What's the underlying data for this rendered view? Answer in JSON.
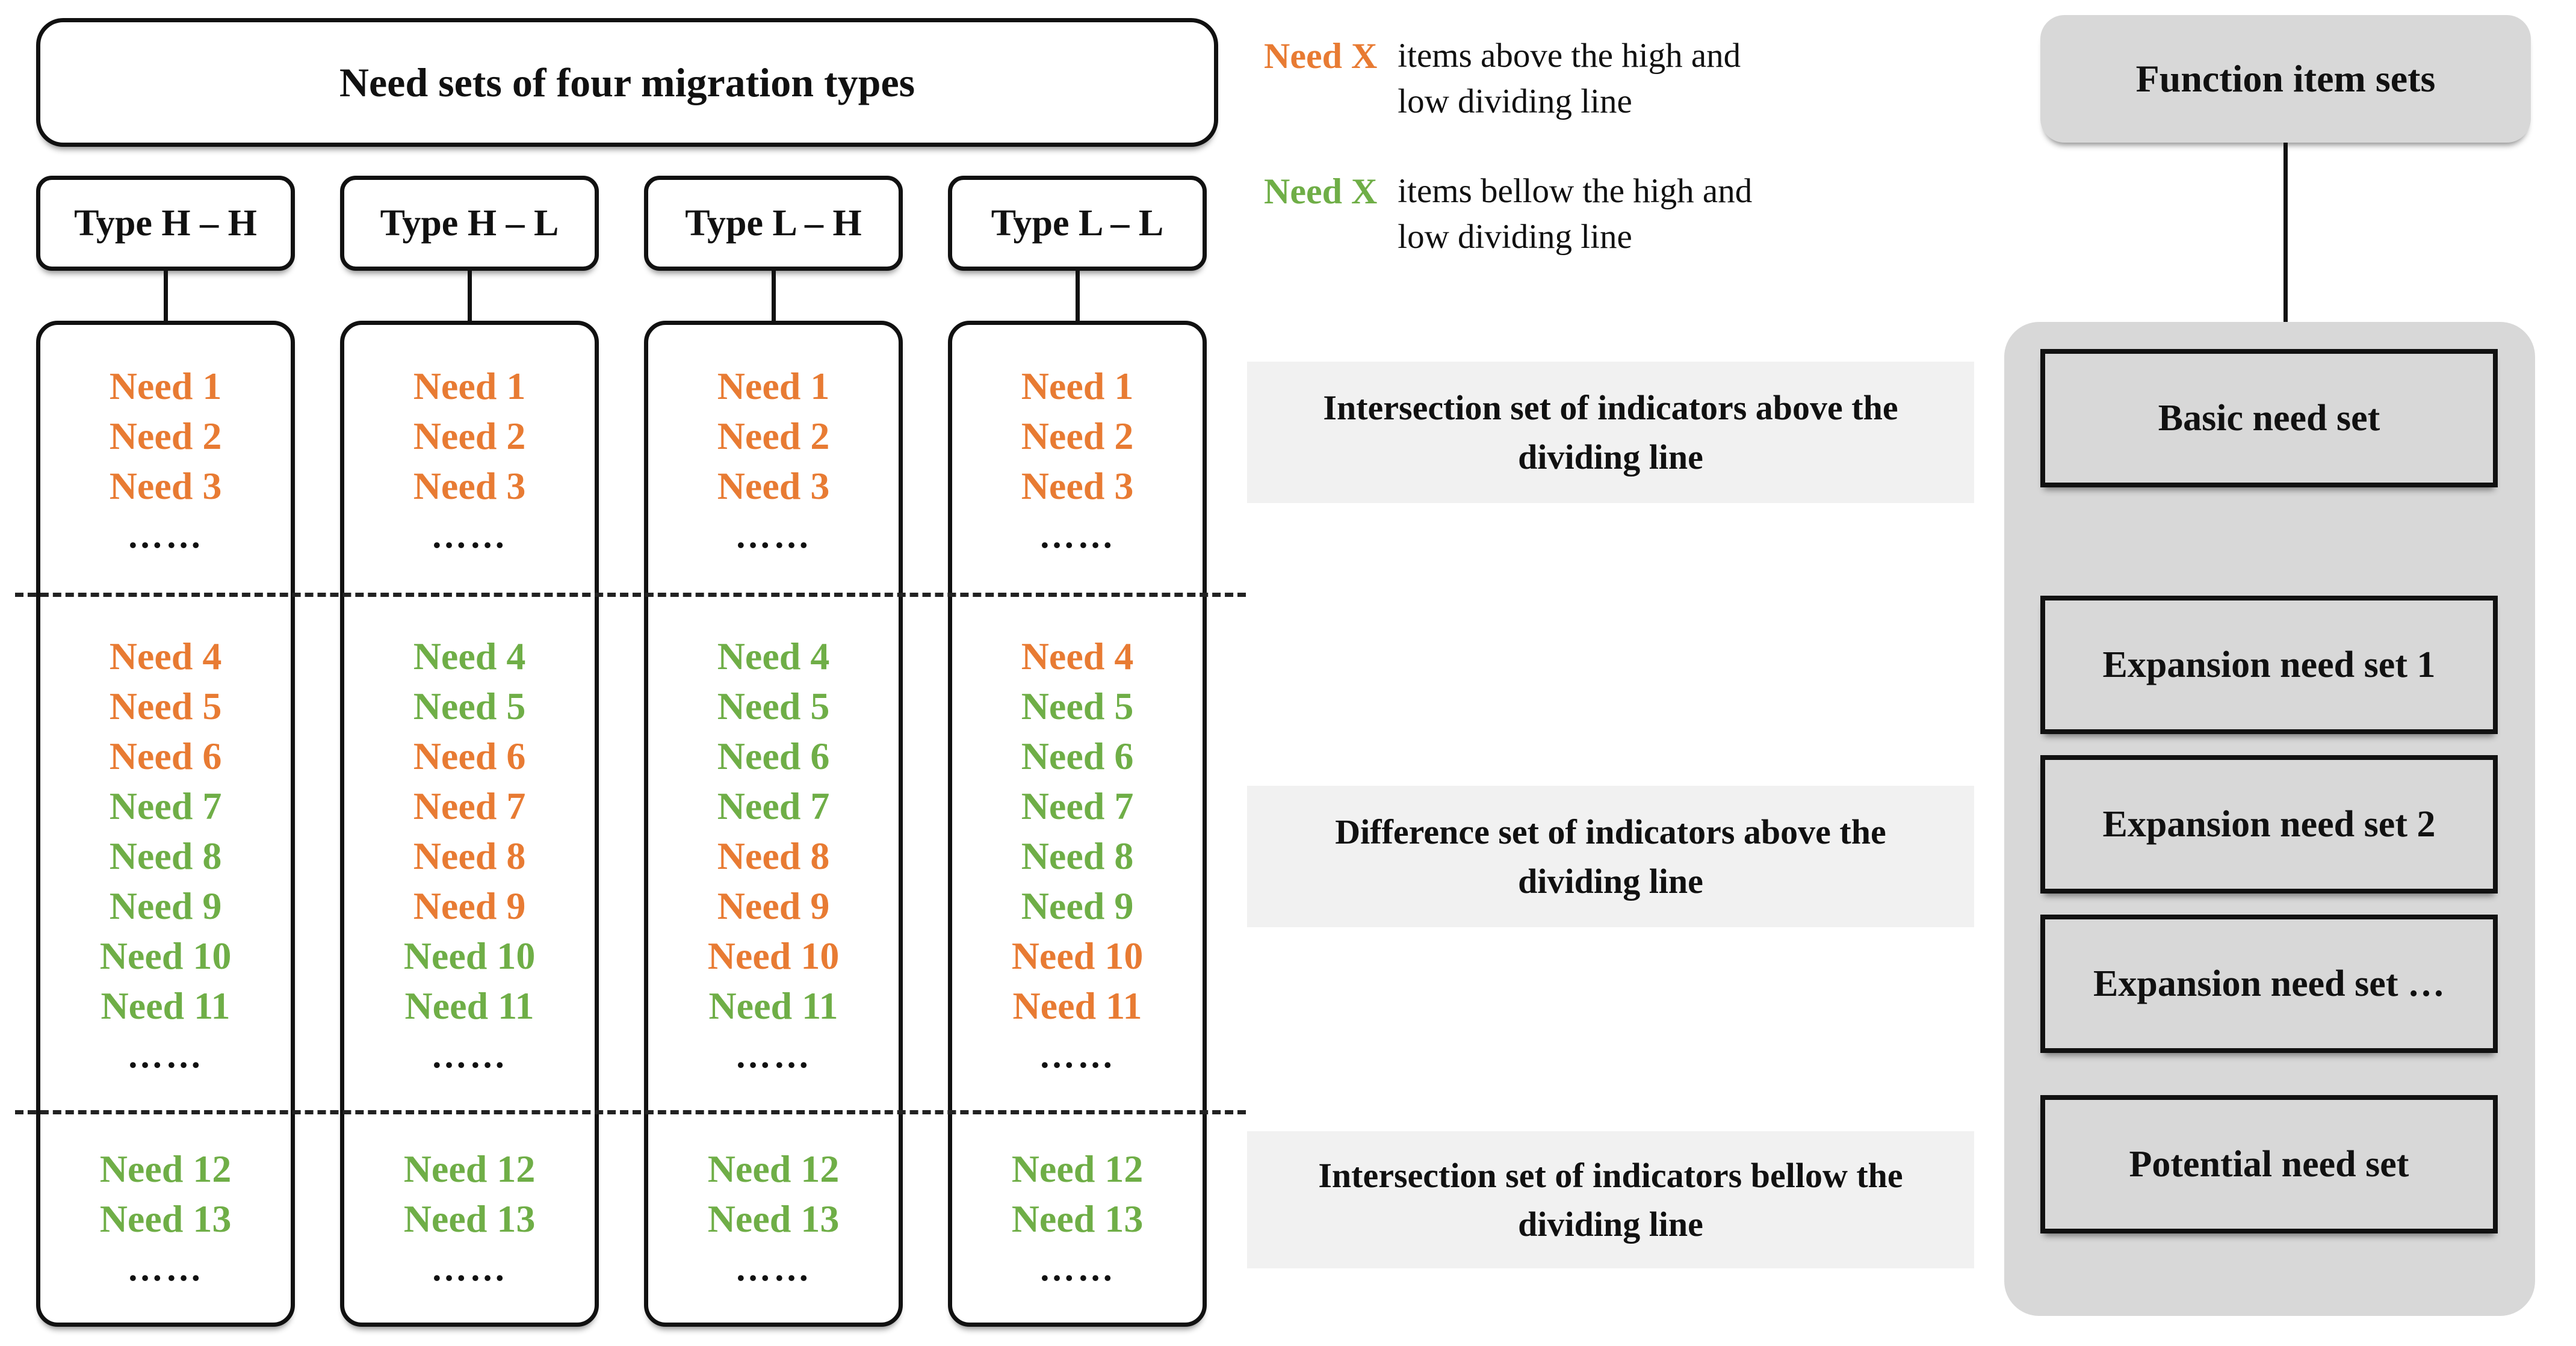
{
  "colors": {
    "orange": "#E87B33",
    "green": "#6FAE47",
    "panel_gray": "#D8D8D8",
    "label_gray": "#F1F1F1",
    "border_black": "#111111"
  },
  "left_panel": {
    "title": "Need sets of four migration types",
    "ellipsis": "……",
    "columns": [
      {
        "type_label": "Type H – H",
        "sections": [
          [
            [
              "Need 1",
              "o"
            ],
            [
              "Need 2",
              "o"
            ],
            [
              "Need 3",
              "o"
            ]
          ],
          [
            [
              "Need 4",
              "o"
            ],
            [
              "Need 5",
              "o"
            ],
            [
              "Need 6",
              "o"
            ],
            [
              "Need 7",
              "g"
            ],
            [
              "Need 8",
              "g"
            ],
            [
              "Need 9",
              "g"
            ],
            [
              "Need 10",
              "g"
            ],
            [
              "Need 11",
              "g"
            ]
          ],
          [
            [
              "Need 12",
              "g"
            ],
            [
              "Need 13",
              "g"
            ]
          ]
        ]
      },
      {
        "type_label": "Type H – L",
        "sections": [
          [
            [
              "Need 1",
              "o"
            ],
            [
              "Need 2",
              "o"
            ],
            [
              "Need 3",
              "o"
            ]
          ],
          [
            [
              "Need 4",
              "g"
            ],
            [
              "Need 5",
              "g"
            ],
            [
              "Need 6",
              "o"
            ],
            [
              "Need 7",
              "o"
            ],
            [
              "Need 8",
              "o"
            ],
            [
              "Need 9",
              "o"
            ],
            [
              "Need 10",
              "g"
            ],
            [
              "Need 11",
              "g"
            ]
          ],
          [
            [
              "Need 12",
              "g"
            ],
            [
              "Need 13",
              "g"
            ]
          ]
        ]
      },
      {
        "type_label": "Type L – H",
        "sections": [
          [
            [
              "Need 1",
              "o"
            ],
            [
              "Need 2",
              "o"
            ],
            [
              "Need 3",
              "o"
            ]
          ],
          [
            [
              "Need 4",
              "g"
            ],
            [
              "Need 5",
              "g"
            ],
            [
              "Need 6",
              "g"
            ],
            [
              "Need 7",
              "g"
            ],
            [
              "Need 8",
              "o"
            ],
            [
              "Need 9",
              "o"
            ],
            [
              "Need 10",
              "o"
            ],
            [
              "Need 11",
              "g"
            ]
          ],
          [
            [
              "Need 12",
              "g"
            ],
            [
              "Need 13",
              "g"
            ]
          ]
        ]
      },
      {
        "type_label": "Type L – L",
        "sections": [
          [
            [
              "Need 1",
              "o"
            ],
            [
              "Need 2",
              "o"
            ],
            [
              "Need 3",
              "o"
            ]
          ],
          [
            [
              "Need 4",
              "o"
            ],
            [
              "Need 5",
              "g"
            ],
            [
              "Need 6",
              "g"
            ],
            [
              "Need 7",
              "g"
            ],
            [
              "Need 8",
              "g"
            ],
            [
              "Need 9",
              "g"
            ],
            [
              "Need 10",
              "o"
            ],
            [
              "Need 11",
              "o"
            ]
          ],
          [
            [
              "Need 12",
              "g"
            ],
            [
              "Need 13",
              "g"
            ]
          ]
        ]
      }
    ]
  },
  "legend": {
    "entries": [
      {
        "key": "Need X",
        "key_color": "o",
        "lines": [
          "items above the high and",
          "low dividing line"
        ]
      },
      {
        "key": "Need X",
        "key_color": "g",
        "lines": [
          "items bellow the high and",
          "low dividing line"
        ]
      }
    ]
  },
  "middle_labels": [
    {
      "text": "Intersection set of indicators above the dividing line"
    },
    {
      "text": "Difference set of indicators above the dividing line"
    },
    {
      "text": "Intersection set of indicators bellow the dividing line"
    }
  ],
  "right_panel": {
    "header": "Function item sets",
    "boxes": [
      "Basic need set",
      "Expansion need set 1",
      "Expansion need set 2",
      "Expansion need set …",
      "Potential need set"
    ]
  }
}
